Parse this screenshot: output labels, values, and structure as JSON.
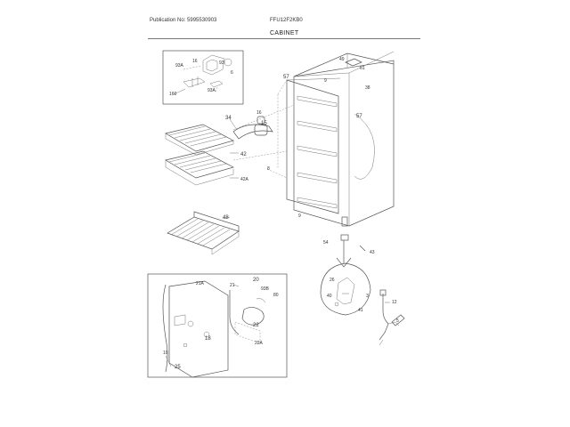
{
  "header": {
    "publication": "Publication No: 5995530903",
    "model": "FFU12F2KB0",
    "section_title": "CABINET"
  },
  "callouts": {
    "c93A": "93A",
    "c16": "16",
    "c93": "93",
    "c6": "6",
    "c160": "160",
    "c93Ab": "93A",
    "c34": "34",
    "c15": "15",
    "c16b": "16",
    "c42": "42",
    "c42A": "42A",
    "c48": "48",
    "c57a": "57",
    "c9a": "9",
    "c49": "49",
    "c61": "61",
    "c38": "38",
    "c57b": "57",
    "c8": "8",
    "c9b": "9",
    "c54": "54",
    "c43": "43",
    "c26": "26",
    "c3": "3",
    "c40": "40",
    "c41": "41",
    "c12": "12",
    "c5": "5",
    "c21A": "21A",
    "c20": "20",
    "c21": "21",
    "c93B": "93B",
    "c80": "80",
    "c22": "22",
    "c18": "18",
    "c22A": "22A",
    "c19": "19",
    "c25": "25"
  }
}
